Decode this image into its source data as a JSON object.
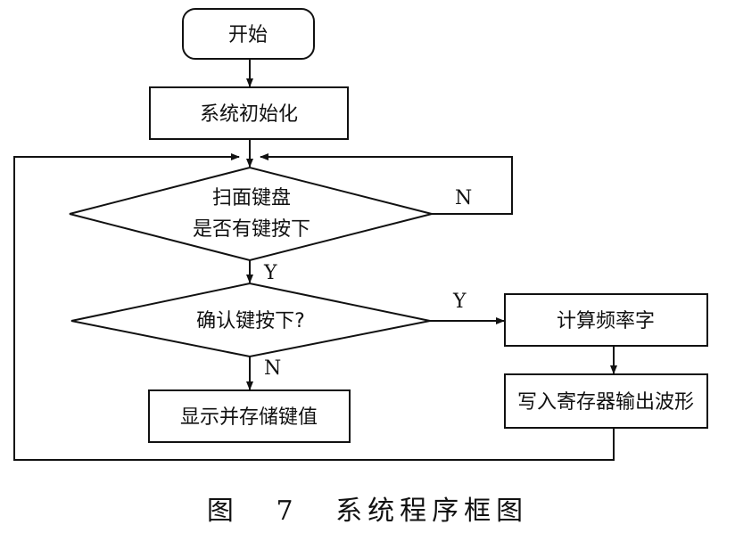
{
  "nodes": {
    "start": "开始",
    "init": "系统初始化",
    "scan_line1": "扫面键盘",
    "scan_line2": "是否有键按下",
    "confirm": "确认键按下?",
    "display": "显示并存储键值",
    "calc": "计算频率字",
    "write": "写入寄存器输出波形"
  },
  "edges": {
    "scan_no": "N",
    "scan_yes": "Y",
    "confirm_yes": "Y",
    "confirm_no": "N"
  },
  "caption": "图 7 系统程序框图"
}
